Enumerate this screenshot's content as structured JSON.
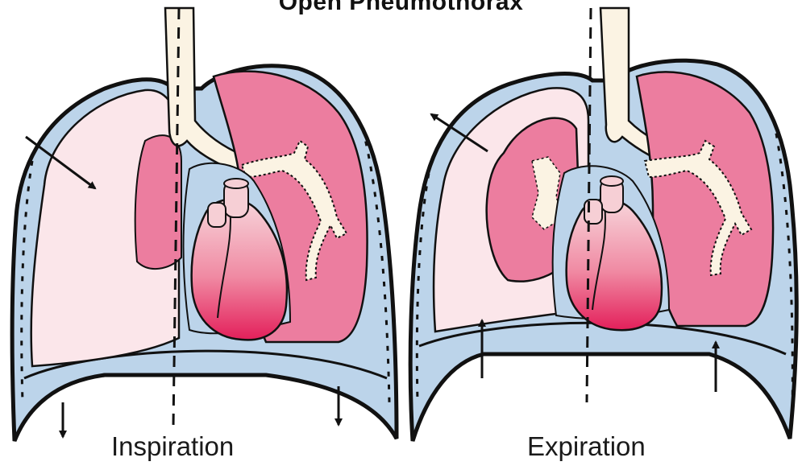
{
  "title": "Open Pneumothorax",
  "panels": [
    {
      "label": "Inspiration"
    },
    {
      "label": "Expiration"
    }
  ],
  "colors": {
    "pleura_blue": "#bcd4ea",
    "lung_pink": "#ec7d9f",
    "collapsed_lung": "#fbe6ea",
    "heart_top": "#f6cfd5",
    "heart_bottom": "#e31f5a",
    "trachea": "#fbf3e3",
    "outline": "#111111"
  }
}
